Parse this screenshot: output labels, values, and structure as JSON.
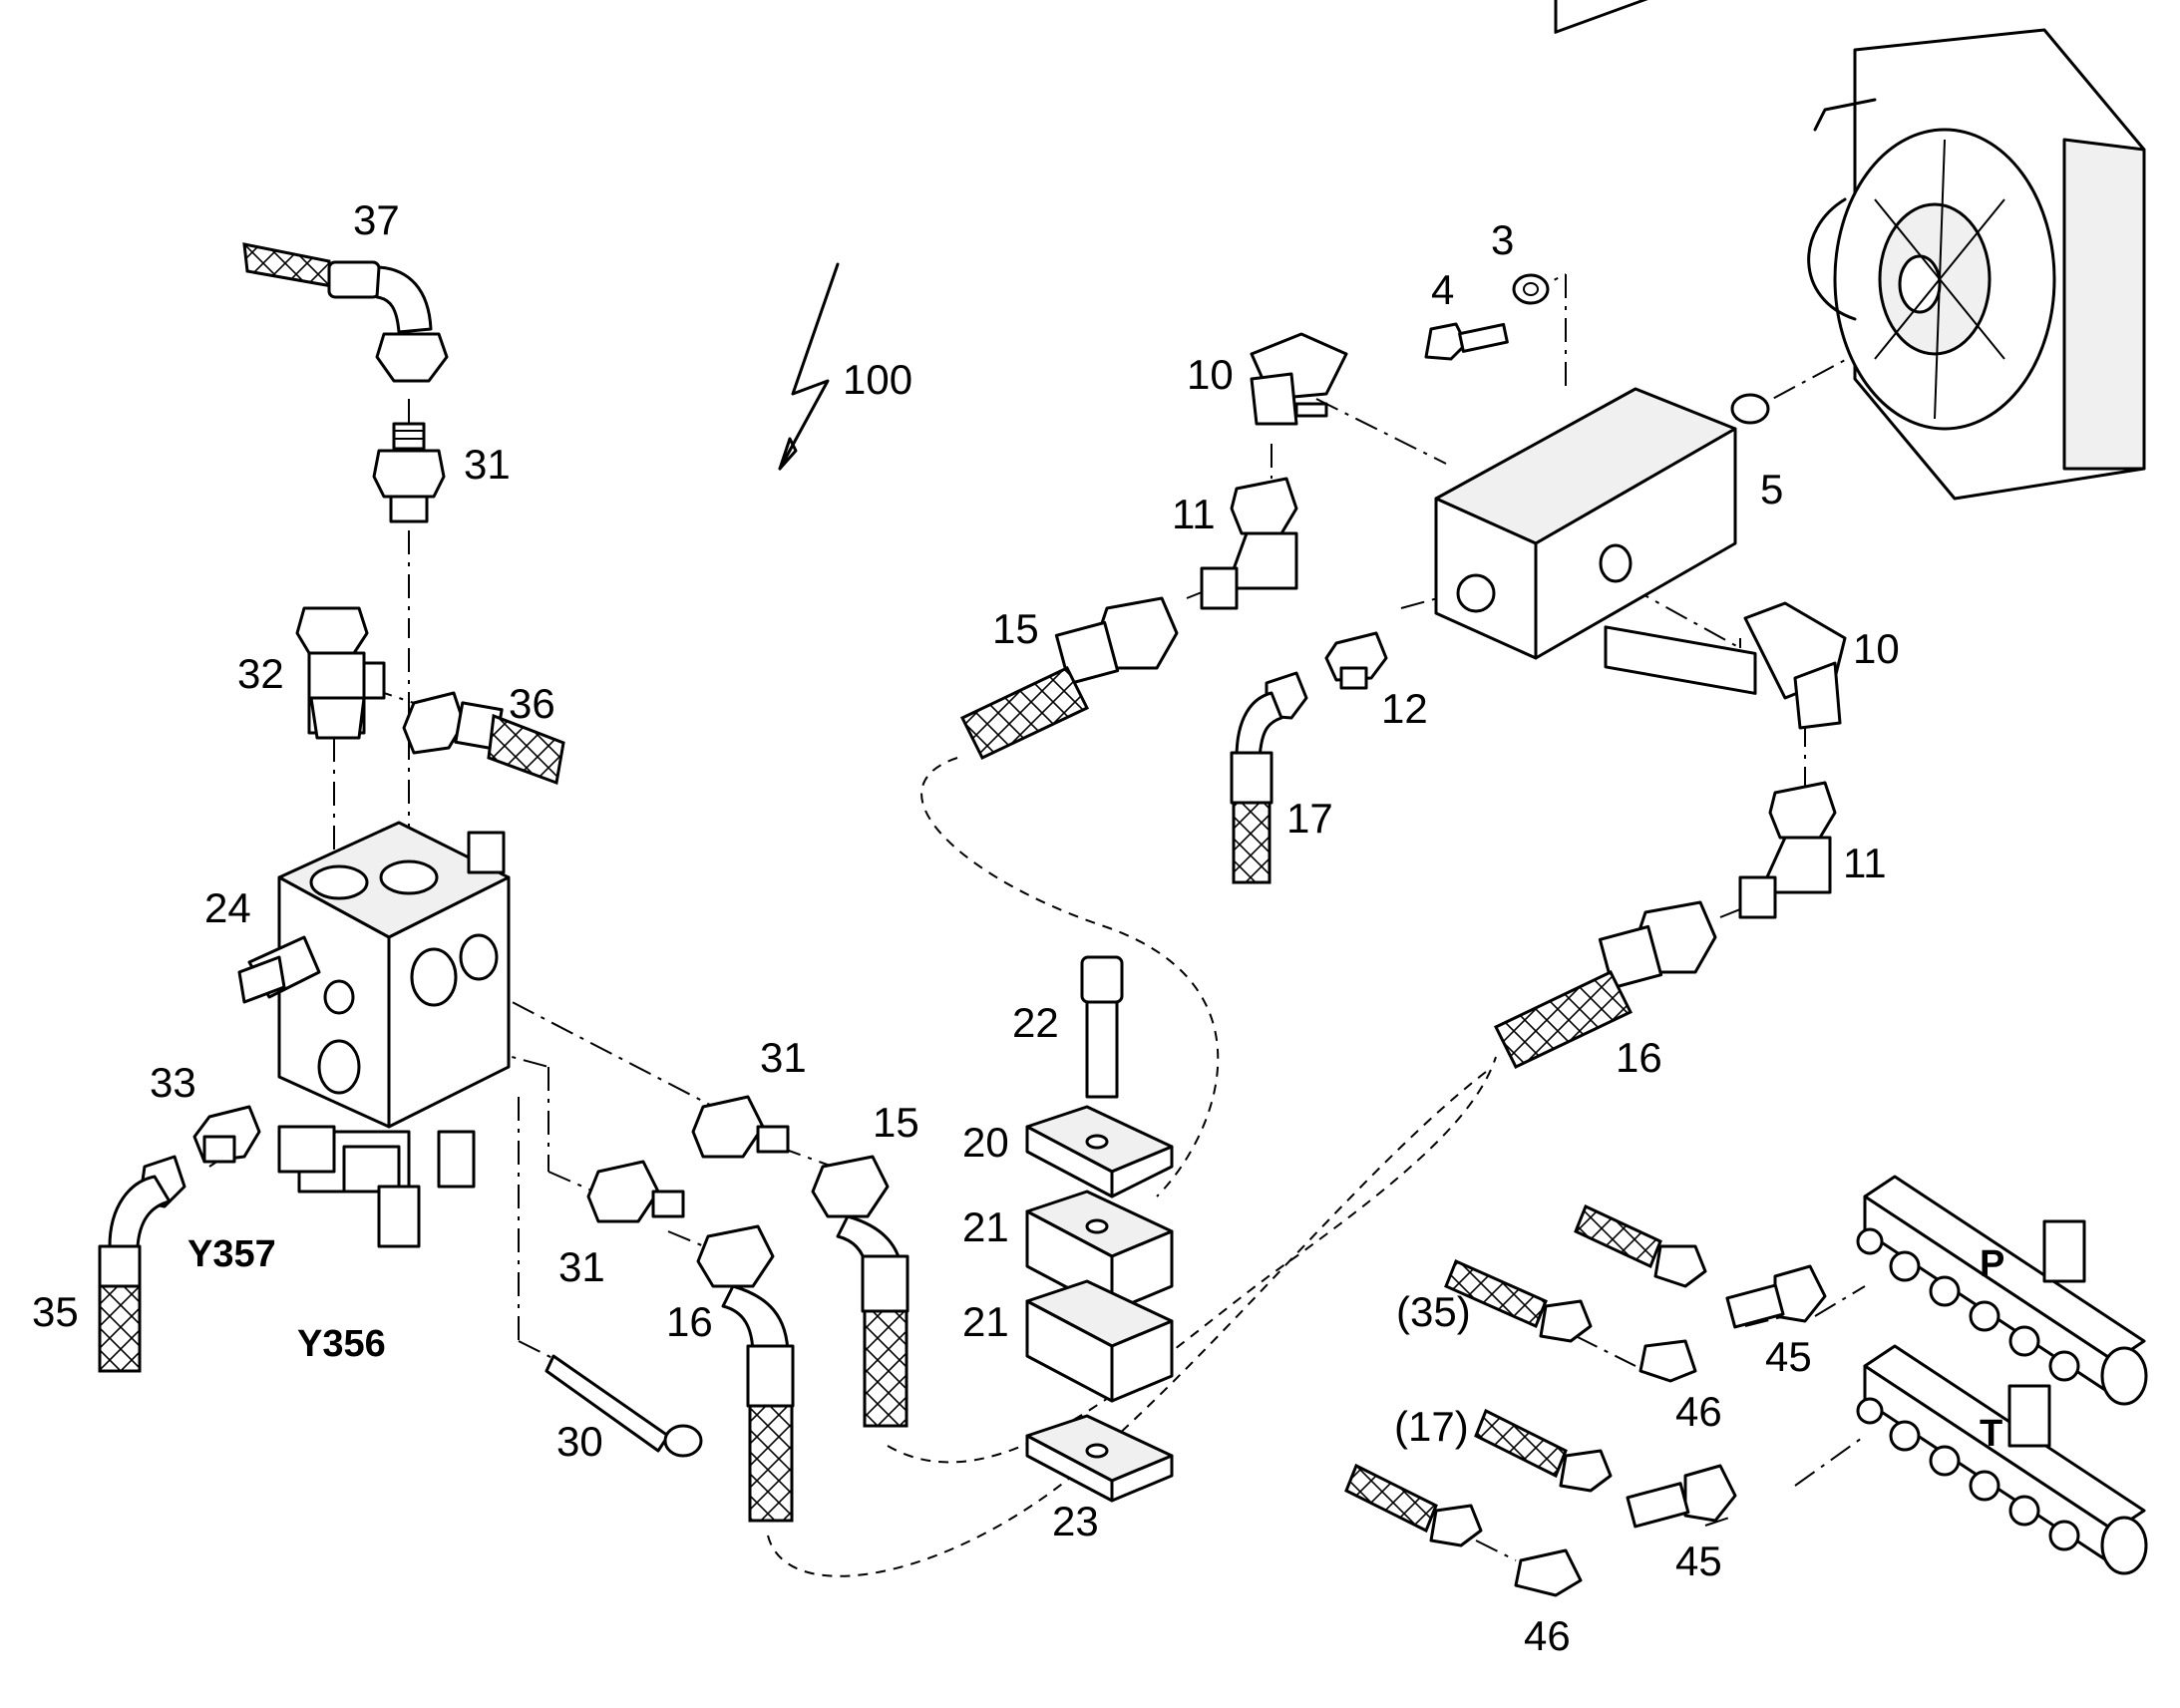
{
  "diagram": {
    "kind": "exploded parts drawing",
    "callouts": {
      "c37": "37",
      "c31_top": "31",
      "c100": "100",
      "c32": "32",
      "c36": "36",
      "c24": "24",
      "c33": "33",
      "c35": "35",
      "cY357": "Y357",
      "cY356": "Y356",
      "c30": "30",
      "c31_mid": "31",
      "c16_mid": "16",
      "c31_right": "31",
      "c15_mid": "15",
      "c22": "22",
      "c20": "20",
      "c21_a": "21",
      "c21_b": "21",
      "c23": "23",
      "c3": "3",
      "c4": "4",
      "c10_left": "10",
      "c11_left": "11",
      "c15_top": "15",
      "c5": "5",
      "c12": "12",
      "c17": "17",
      "c10_right": "10",
      "c11_right": "11",
      "c16_right": "16",
      "c35_paren": "(35)",
      "c45_top": "45",
      "c46_top": "46",
      "cP": "P",
      "c17_paren": "(17)",
      "c45_bot": "45",
      "c46_bot": "46",
      "cT": "T"
    },
    "icons": {
      "valve_block": "hydraulic-valve-block-icon",
      "pump": "gear-pump-icon",
      "cooler": "oil-cooler-fan-icon",
      "manifold": "distribution-manifold-icon",
      "hose": "braided-hose-icon"
    }
  }
}
